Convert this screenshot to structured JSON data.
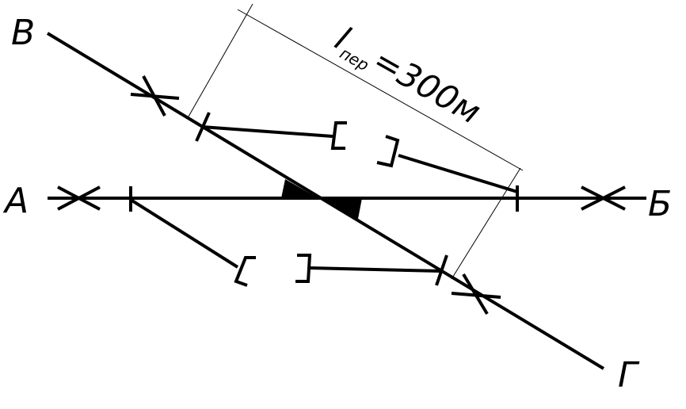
{
  "labels": {
    "A": "А",
    "B_cyr": "Б",
    "V": "В",
    "G": "Г"
  },
  "dimension": {
    "symbol": "l",
    "subscript": "пер",
    "value_text": "=300м"
  },
  "colors": {
    "ink": "#000000",
    "background": "#ffffff"
  }
}
